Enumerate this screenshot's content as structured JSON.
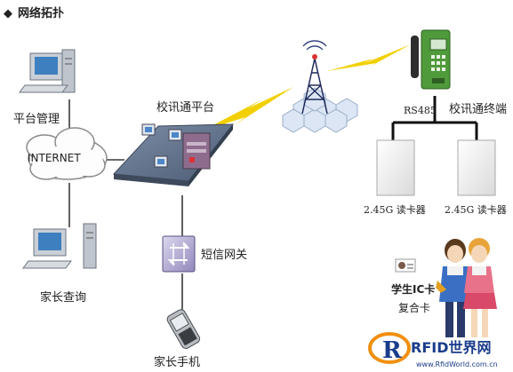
{
  "header": {
    "bullet": "◆",
    "title": "网络拓扑"
  },
  "labels": {
    "platform_mgmt": "平台管理",
    "internet": "INTERNET",
    "parent_query": "家长查询",
    "campus_platform": "校讯通平台",
    "sms_gateway": "短信网关",
    "parent_phone": "家长手机",
    "rs485": "RS485",
    "campus_terminal": "校讯通终端",
    "reader_left": "2.45G 读卡器",
    "reader_right": "2.45G 读卡器",
    "student_card": "学生IC卡",
    "combo_card": "复合卡"
  },
  "watermark": {
    "brand": "RFID世界网",
    "url": "www.RfidWorld.com.cn"
  },
  "colors": {
    "bolt": "#f2d000",
    "platform": "#5a6d86",
    "cloud_stroke": "#8a8a8a",
    "line": "#3a3a3a",
    "reader_fill": "#f1f1f1",
    "hex_fill": "#dce6f4",
    "phone_green": "#4f9a3b",
    "brand_blue": "#1a3c8c",
    "brand_orange": "#f09010"
  }
}
